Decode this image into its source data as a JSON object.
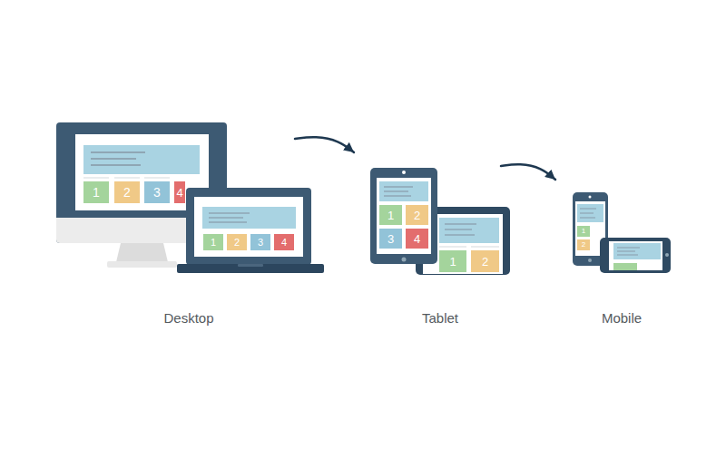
{
  "diagram": {
    "nodes": [
      {
        "text": [
          "Desktop"
        ]
      },
      {
        "text": [
          "1"
        ],
        "in": 0
      },
      {
        "text": [
          "2"
        ],
        "in": 0
      },
      {
        "text": [
          "3"
        ],
        "in": 0
      },
      {
        "text": [
          "4"
        ],
        "in": 0
      },
      {
        "text": [
          "1"
        ],
        "in": 0
      },
      {
        "text": [
          "2"
        ],
        "in": 0
      },
      {
        "text": [
          "3"
        ],
        "in": 0
      },
      {
        "text": [
          "4"
        ],
        "in": 0
      },
      {
        "text": [
          "Tablet"
        ]
      },
      {
        "text": [
          "1"
        ],
        "in": 9
      },
      {
        "text": [
          "2"
        ],
        "in": 9
      },
      {
        "text": [
          "3"
        ],
        "in": 9
      },
      {
        "text": [
          "4"
        ],
        "in": 9
      },
      {
        "text": [
          "1"
        ],
        "in": 9
      },
      {
        "text": [
          "2"
        ],
        "in": 9
      },
      {
        "text": [
          "Mobile"
        ]
      },
      {
        "text": [
          "1"
        ],
        "in": 16
      },
      {
        "text": [
          "2"
        ],
        "in": 16
      }
    ],
    "edges": [
      {
        "from": 0,
        "to": 9,
        "arrow": "to"
      },
      {
        "from": 9,
        "to": 16,
        "arrow": "to"
      }
    ]
  }
}
